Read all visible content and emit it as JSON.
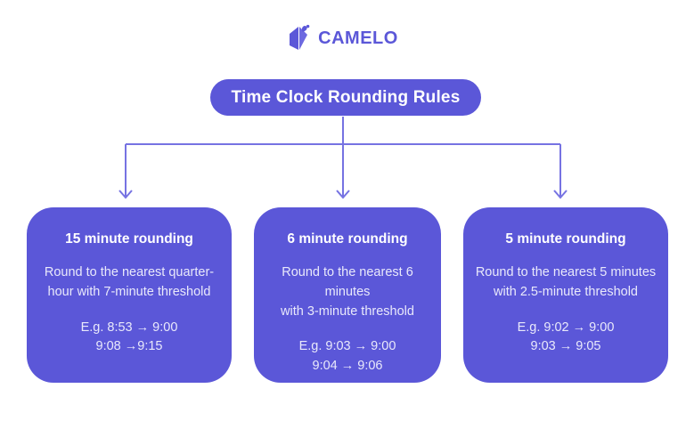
{
  "brand": {
    "name": "CAMELO",
    "logo_icon": "camelo-origami-camel-mark"
  },
  "title": "Time Clock Rounding Rules",
  "colors": {
    "brand_purple": "#5b57d8",
    "connector_line": "#7673e2",
    "card_text": "#e9e9fb",
    "title_text": "#ffffff",
    "background": "#ffffff"
  },
  "diagram": {
    "type": "flowchart",
    "root": "Time Clock Rounding Rules",
    "branch_count": 3
  },
  "cards": [
    {
      "heading": "15 minute rounding",
      "description_lines": [
        "Round to the nearest quarter-",
        "hour with 7-minute threshold"
      ],
      "examples": [
        "E.g. 8:53 → 9:00",
        "9:08 →9:15"
      ]
    },
    {
      "heading": "6 minute rounding",
      "description_lines": [
        "Round to the nearest 6 minutes",
        "with 3-minute threshold"
      ],
      "examples": [
        "E.g. 9:03 → 9:00",
        "9:04 → 9:06"
      ]
    },
    {
      "heading": "5 minute rounding",
      "description_lines": [
        "Round to the nearest 5 minutes",
        "with 2.5-minute threshold"
      ],
      "examples": [
        "E.g. 9:02 → 9:00",
        "9:03 → 9:05"
      ]
    }
  ]
}
